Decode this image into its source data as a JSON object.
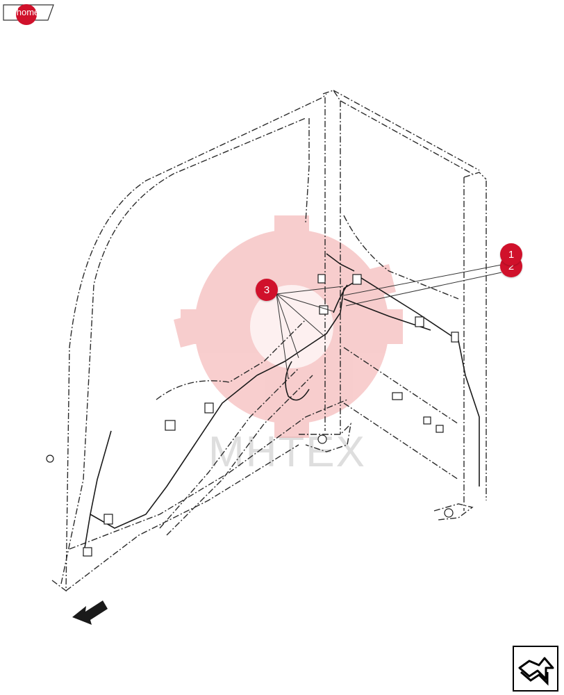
{
  "colors": {
    "accent": "#d0112b",
    "line": "#2a2a2a",
    "watermark": "#f2a6a6"
  },
  "home": {
    "label": "home"
  },
  "callouts": [
    {
      "id": "1",
      "label": "1"
    },
    {
      "id": "2",
      "label": "2"
    },
    {
      "id": "3",
      "label": "3"
    }
  ],
  "direction": {
    "label": "FWD"
  },
  "watermark": {
    "text": "MHTEX"
  },
  "icons": {
    "nav": "next-page-arrow-icon",
    "fwd": "forward-arrow-icon"
  }
}
